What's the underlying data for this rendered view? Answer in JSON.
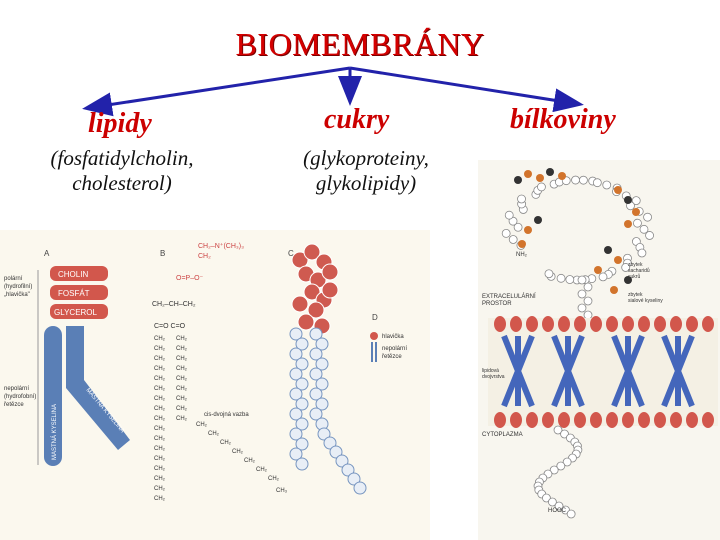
{
  "title": "BIOMEMBRÁNY",
  "branches": {
    "lipidy": {
      "label": "lipidy",
      "examples": [
        "(fosfatidylcholin,",
        "cholesterol)"
      ]
    },
    "cukry": {
      "label": "cukry",
      "examples": [
        "(glykoproteiny,",
        "glykolipidy)"
      ]
    },
    "bilkoviny": {
      "label": "bílkoviny"
    }
  },
  "lipid_figure": {
    "panel_labels": [
      "A",
      "B",
      "C",
      "D"
    ],
    "head_labels": [
      "CHOLIN",
      "FOSFÁT",
      "GLYCEROL"
    ],
    "side_label_polar": [
      "polární",
      "(hydrofilní)",
      "„hlavička\""
    ],
    "side_label_nonpolar": [
      "nepolární",
      "(hydrofobní)",
      "řetězce"
    ],
    "tail_labels": [
      "MASTNÁ KYSELINA",
      "MASTNÁ KYSELINA"
    ],
    "chem_top": [
      "CH₂–N⁺(CH₃)₃",
      "CH₂"
    ],
    "chem_glycerol": "CH₂–CH–CH₂",
    "chem_carbonyl": "C=O C=O",
    "chain_unit": "CH₂",
    "chain_end": "CH₃",
    "cis_bond": "cis-dvojná vazba",
    "legend": [
      "hlavička",
      "nepolární",
      "řetězce"
    ]
  },
  "protein_figure": {
    "nh2": "NH₂",
    "hooc": "HOOC",
    "extracellular": [
      "EXTRACELULÁRNÍ",
      "PROSTOR"
    ],
    "cytoplasm": "CYTOPLAZMA",
    "bilayer": [
      "lipidová",
      "dvojvrstva"
    ],
    "sugar_legend": [
      "zbytek",
      "sacharidů",
      "cukrů"
    ],
    "sugar_legend2": [
      "zbytek",
      "sialové kyseliny"
    ]
  },
  "colors": {
    "title": "#d40000",
    "branch": "#cc0000",
    "arrow": "#2222aa",
    "head": "#d2574c",
    "tail": "#5a7fb6"
  }
}
